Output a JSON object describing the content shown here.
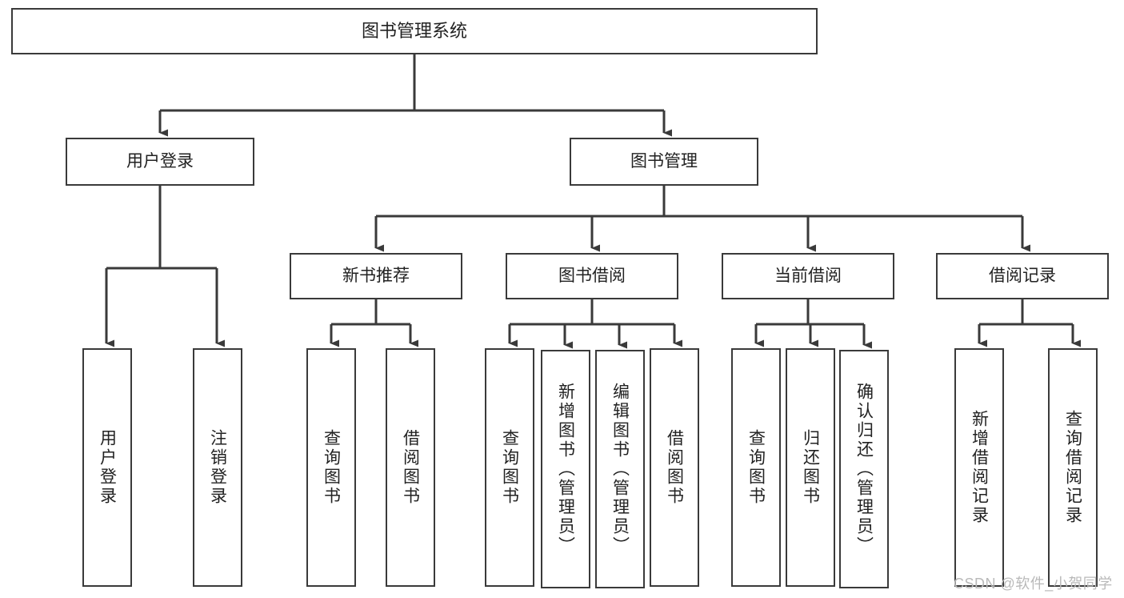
{
  "diagram": {
    "title": "图书管理系统",
    "type": "hierarchy-tree",
    "watermark": "CSDN @软件_小贺同学",
    "colors": {
      "box_stroke": "#3a3a3a",
      "edge_stroke": "#3a3a3a",
      "text": "#222222",
      "background": "#ffffff",
      "watermark": "#b9b9b9"
    },
    "nodes": {
      "root": {
        "label": "图书管理系统",
        "level": 1,
        "orientation": "horizontal"
      },
      "user_login": {
        "label": "用户登录",
        "level": 2,
        "orientation": "horizontal"
      },
      "book_manage": {
        "label": "图书管理",
        "level": 2,
        "orientation": "horizontal"
      },
      "new_book_rec": {
        "label": "新书推荐",
        "level": 3,
        "orientation": "horizontal"
      },
      "book_borrow": {
        "label": "图书借阅",
        "level": 3,
        "orientation": "horizontal"
      },
      "current_borrow": {
        "label": "当前借阅",
        "level": 3,
        "orientation": "horizontal"
      },
      "borrow_record": {
        "label": "借阅记录",
        "level": 3,
        "orientation": "horizontal"
      },
      "leaf_user_login": {
        "label": "用户登录",
        "level": 4,
        "orientation": "vertical"
      },
      "leaf_logout": {
        "label": "注销登录",
        "level": 4,
        "orientation": "vertical"
      },
      "leaf_query_book_1": {
        "label": "查询图书",
        "level": 4,
        "orientation": "vertical"
      },
      "leaf_borrow_book_1": {
        "label": "借阅图书",
        "level": 4,
        "orientation": "vertical"
      },
      "leaf_query_book_2": {
        "label": "查询图书",
        "level": 4,
        "orientation": "vertical"
      },
      "leaf_add_book": {
        "label": "新增图书（管理员）",
        "level": 4,
        "orientation": "vertical"
      },
      "leaf_edit_book": {
        "label": "编辑图书（管理员）",
        "level": 4,
        "orientation": "vertical"
      },
      "leaf_borrow_book_2": {
        "label": "借阅图书",
        "level": 4,
        "orientation": "vertical"
      },
      "leaf_query_book_3": {
        "label": "查询图书",
        "level": 4,
        "orientation": "vertical"
      },
      "leaf_return_book": {
        "label": "归还图书",
        "level": 4,
        "orientation": "vertical"
      },
      "leaf_confirm_return": {
        "label": "确认归还（管理员）",
        "level": 4,
        "orientation": "vertical"
      },
      "leaf_add_record": {
        "label": "新增借阅记录",
        "level": 4,
        "orientation": "vertical"
      },
      "leaf_query_record": {
        "label": "查询借阅记录",
        "level": 4,
        "orientation": "vertical"
      }
    },
    "edges": [
      {
        "from": "root",
        "to": "user_login"
      },
      {
        "from": "root",
        "to": "book_manage"
      },
      {
        "from": "book_manage",
        "to": "new_book_rec"
      },
      {
        "from": "book_manage",
        "to": "book_borrow"
      },
      {
        "from": "book_manage",
        "to": "current_borrow"
      },
      {
        "from": "book_manage",
        "to": "borrow_record"
      },
      {
        "from": "user_login",
        "to": "leaf_user_login"
      },
      {
        "from": "user_login",
        "to": "leaf_logout"
      },
      {
        "from": "new_book_rec",
        "to": "leaf_query_book_1"
      },
      {
        "from": "new_book_rec",
        "to": "leaf_borrow_book_1"
      },
      {
        "from": "book_borrow",
        "to": "leaf_query_book_2"
      },
      {
        "from": "book_borrow",
        "to": "leaf_add_book"
      },
      {
        "from": "book_borrow",
        "to": "leaf_edit_book"
      },
      {
        "from": "book_borrow",
        "to": "leaf_borrow_book_2"
      },
      {
        "from": "current_borrow",
        "to": "leaf_query_book_3"
      },
      {
        "from": "current_borrow",
        "to": "leaf_return_book"
      },
      {
        "from": "current_borrow",
        "to": "leaf_confirm_return"
      },
      {
        "from": "borrow_record",
        "to": "leaf_add_record"
      },
      {
        "from": "borrow_record",
        "to": "leaf_query_record"
      }
    ]
  }
}
